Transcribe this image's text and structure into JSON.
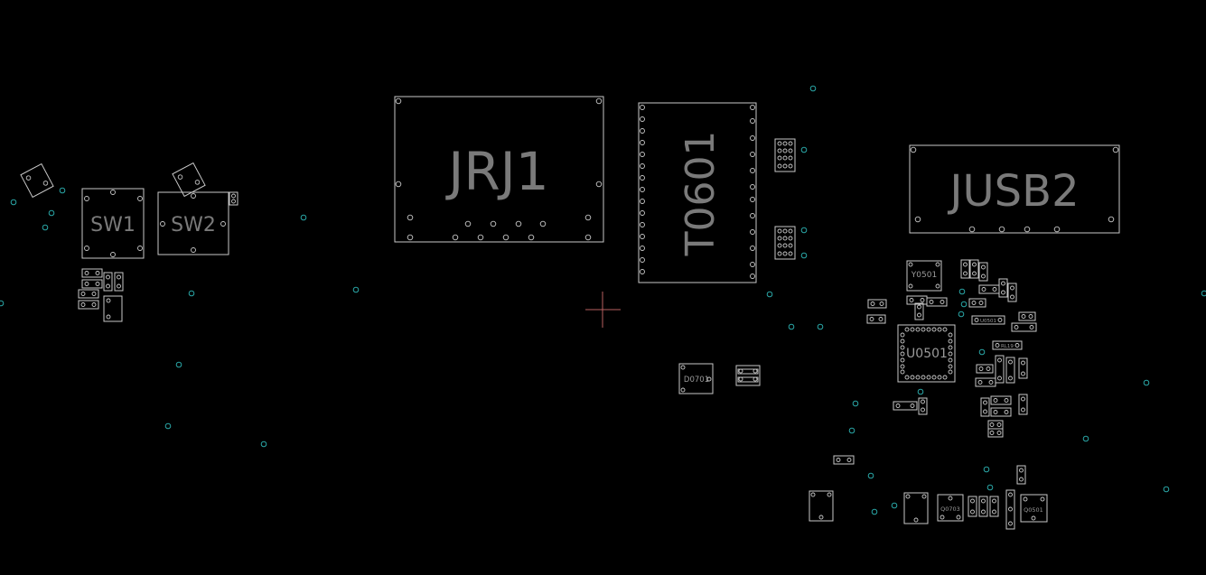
{
  "board": {
    "background": "#000000",
    "outline_color": "#c8c8c8",
    "via_color": "#2aa7a7",
    "cursor_color": "#b85f5f"
  },
  "refs": {
    "jrj1": "JRJ1",
    "t0601": "T0601",
    "jusb2": "JUSB2",
    "sw1": "SW1",
    "sw2": "SW2",
    "u0501": "U0501",
    "y0501": "Y0501",
    "d0701": "D0701",
    "q0703": "Q0703",
    "q0501": "Q0501",
    "u0501_small": "U0501",
    "rl19": "RL19"
  }
}
